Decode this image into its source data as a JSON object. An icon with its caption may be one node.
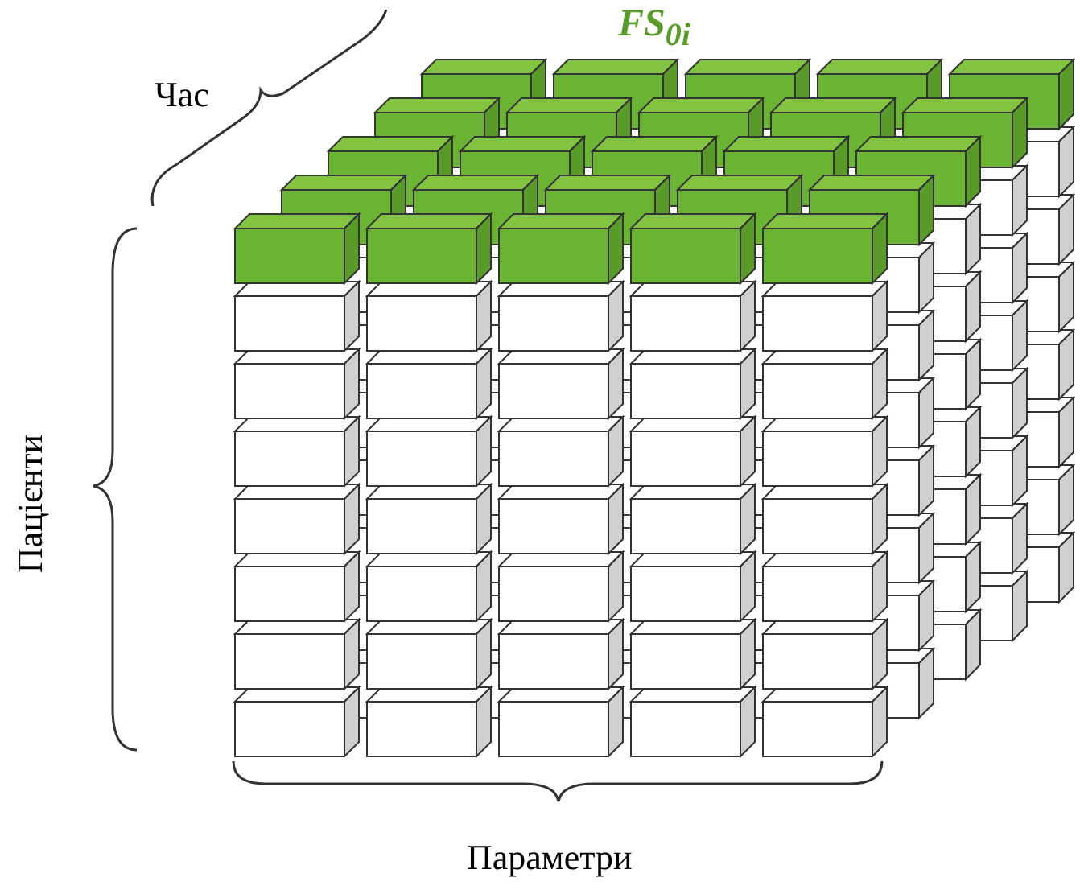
{
  "diagram": {
    "labels": [
      "FS$_{0i}$",
      "Час",
      "Пацієнти",
      "Параметри"
    ]
  }
}
